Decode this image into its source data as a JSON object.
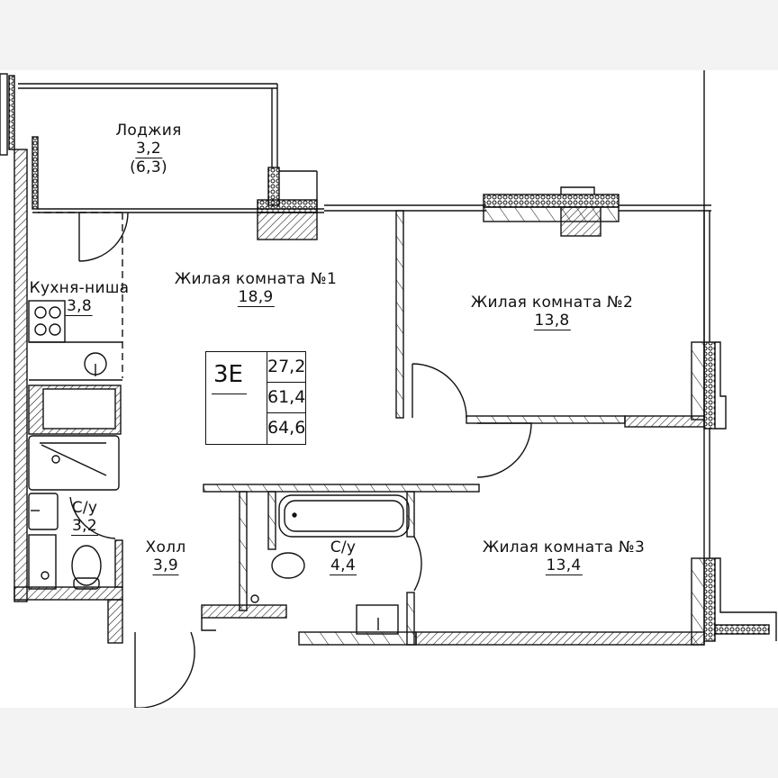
{
  "plan": {
    "apartment_type": "3E",
    "areas": {
      "living": "27,2",
      "total": "61,4",
      "total_with_loggia": "64,6"
    },
    "rooms": [
      {
        "name": "Лоджия",
        "area": "3,2",
        "extra": "(6,3)"
      },
      {
        "name": "Кухня-ниша",
        "area": "3,8"
      },
      {
        "name": "Жилая комната №1",
        "area": "18,9"
      },
      {
        "name": "Жилая комната №2",
        "area": "13,8"
      },
      {
        "name": "Жилая комната №3",
        "area": "13,4"
      },
      {
        "name": "С/у",
        "area": "3,2"
      },
      {
        "name": "Холл",
        "area": "3,9"
      },
      {
        "name": "С/у",
        "area": "4,4"
      }
    ],
    "colors": {
      "line": "#111111",
      "background": "#ffffff",
      "frame": "#f3f3f3"
    }
  }
}
